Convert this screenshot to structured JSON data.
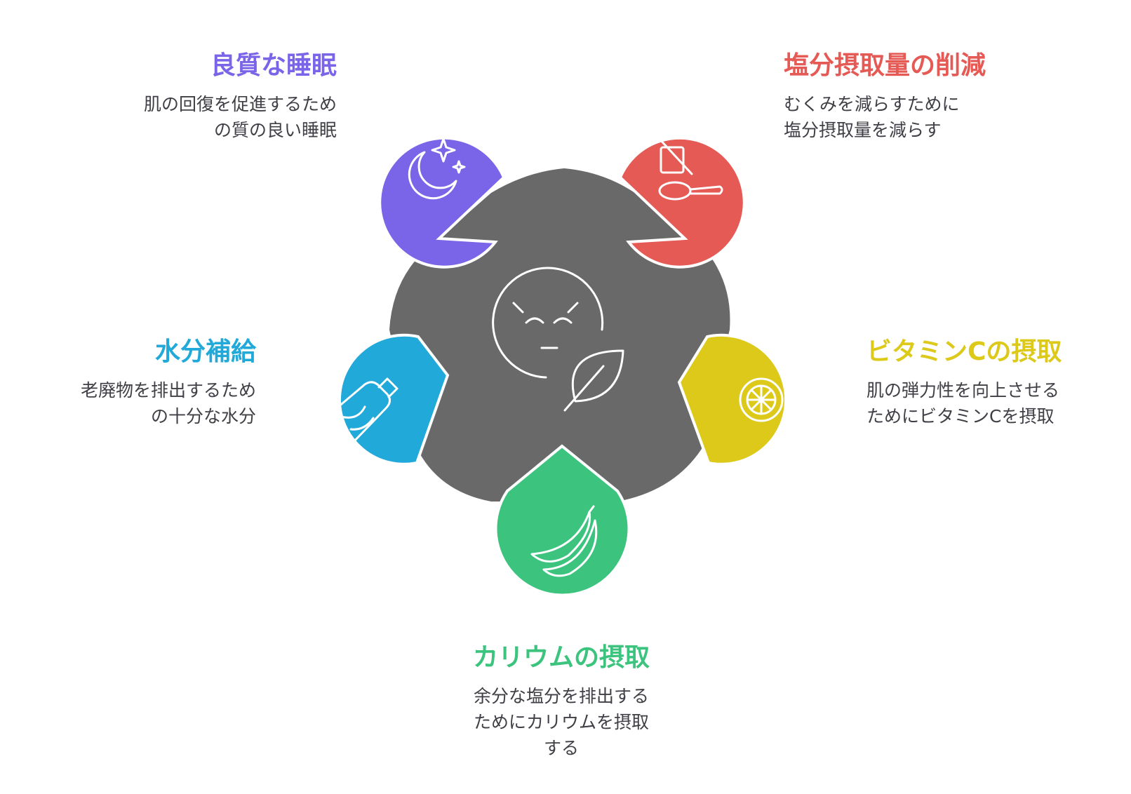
{
  "items": [
    {
      "title": "良質な睡眠",
      "desc": [
        "肌の回復を促進するため",
        "の質の良い睡眠"
      ],
      "color": "#7a65e8",
      "icon": "moon-stars-icon"
    },
    {
      "title": "塩分摂取量の削減",
      "desc": [
        "むくみを減らすために",
        "塩分摂取量を減らす"
      ],
      "color": "#e55a55",
      "icon": "salt-spoon-icon"
    },
    {
      "title": "ビタミンCの摂取",
      "desc": [
        "肌の弾力性を向上させる",
        "ためにビタミンCを摂取"
      ],
      "color": "#dcc91a",
      "icon": "citrus-slice-icon"
    },
    {
      "title": "カリウムの摂取",
      "desc": [
        "余分な塩分を排出する",
        "ためにカリウムを摂取",
        "する"
      ],
      "color": "#3cc47f",
      "icon": "banana-icon"
    },
    {
      "title": "水分補給",
      "desc": [
        "老廃物を排出するため",
        "の十分な水分"
      ],
      "color": "#21a9d9",
      "icon": "water-bottle-icon"
    }
  ],
  "center": {
    "icon": "face-leaf-icon",
    "color": "#696969"
  }
}
